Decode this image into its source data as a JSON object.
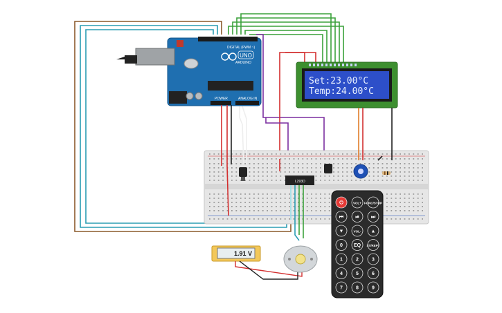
{
  "arduino": {
    "brand": "ARDUINO",
    "model": "UNO",
    "digital_label": "DIGITAL (PWM ~)",
    "power_label": "POWER",
    "analog_label": "ANALOG IN"
  },
  "lcd": {
    "line1": "Set:23.00°C",
    "line2": "Temp:24.00°C"
  },
  "driver_chip": {
    "label": "L293D"
  },
  "voltmeter": {
    "reading": "1.91 V"
  },
  "remote": {
    "buttons": [
      {
        "id": "power",
        "label": "⏻",
        "color": "#e53935"
      },
      {
        "id": "vol-up",
        "label": "VOL+",
        "color": "#2b2b2b"
      },
      {
        "id": "func-stop",
        "label": "FUNC/STOP",
        "color": "#2b2b2b"
      },
      {
        "id": "rewind",
        "label": "⏮",
        "color": "#2b2b2b"
      },
      {
        "id": "play-pause",
        "label": "⏯",
        "color": "#2b2b2b"
      },
      {
        "id": "fast-forward",
        "label": "⏭",
        "color": "#2b2b2b"
      },
      {
        "id": "down",
        "label": "▼",
        "color": "#2b2b2b"
      },
      {
        "id": "vol-down",
        "label": "VOL-",
        "color": "#2b2b2b"
      },
      {
        "id": "up",
        "label": "▲",
        "color": "#2b2b2b"
      },
      {
        "id": "0",
        "label": "0",
        "color": "#2b2b2b"
      },
      {
        "id": "eq",
        "label": "EQ",
        "color": "#2b2b2b"
      },
      {
        "id": "st-rept",
        "label": "ST/REPT",
        "color": "#2b2b2b"
      },
      {
        "id": "1",
        "label": "1",
        "color": "#2b2b2b"
      },
      {
        "id": "2",
        "label": "2",
        "color": "#2b2b2b"
      },
      {
        "id": "3",
        "label": "3",
        "color": "#2b2b2b"
      },
      {
        "id": "4",
        "label": "4",
        "color": "#2b2b2b"
      },
      {
        "id": "5",
        "label": "5",
        "color": "#2b2b2b"
      },
      {
        "id": "6",
        "label": "6",
        "color": "#2b2b2b"
      },
      {
        "id": "7",
        "label": "7",
        "color": "#2b2b2b"
      },
      {
        "id": "8",
        "label": "8",
        "color": "#2b2b2b"
      },
      {
        "id": "9",
        "label": "9",
        "color": "#2b2b2b"
      }
    ]
  },
  "colors": {
    "board": "#1f6fb0",
    "lcd_pcb": "#3d8f2f",
    "lcd_screen": "#2d4fc9",
    "breadboard": "#e6e6e6",
    "wire_green": "#3aa13a",
    "wire_teal": "#2a9db3",
    "wire_brown": "#8b5a2b",
    "wire_purple": "#7b2fa0",
    "wire_red": "#d32f2f",
    "wire_orange": "#e07b28"
  }
}
